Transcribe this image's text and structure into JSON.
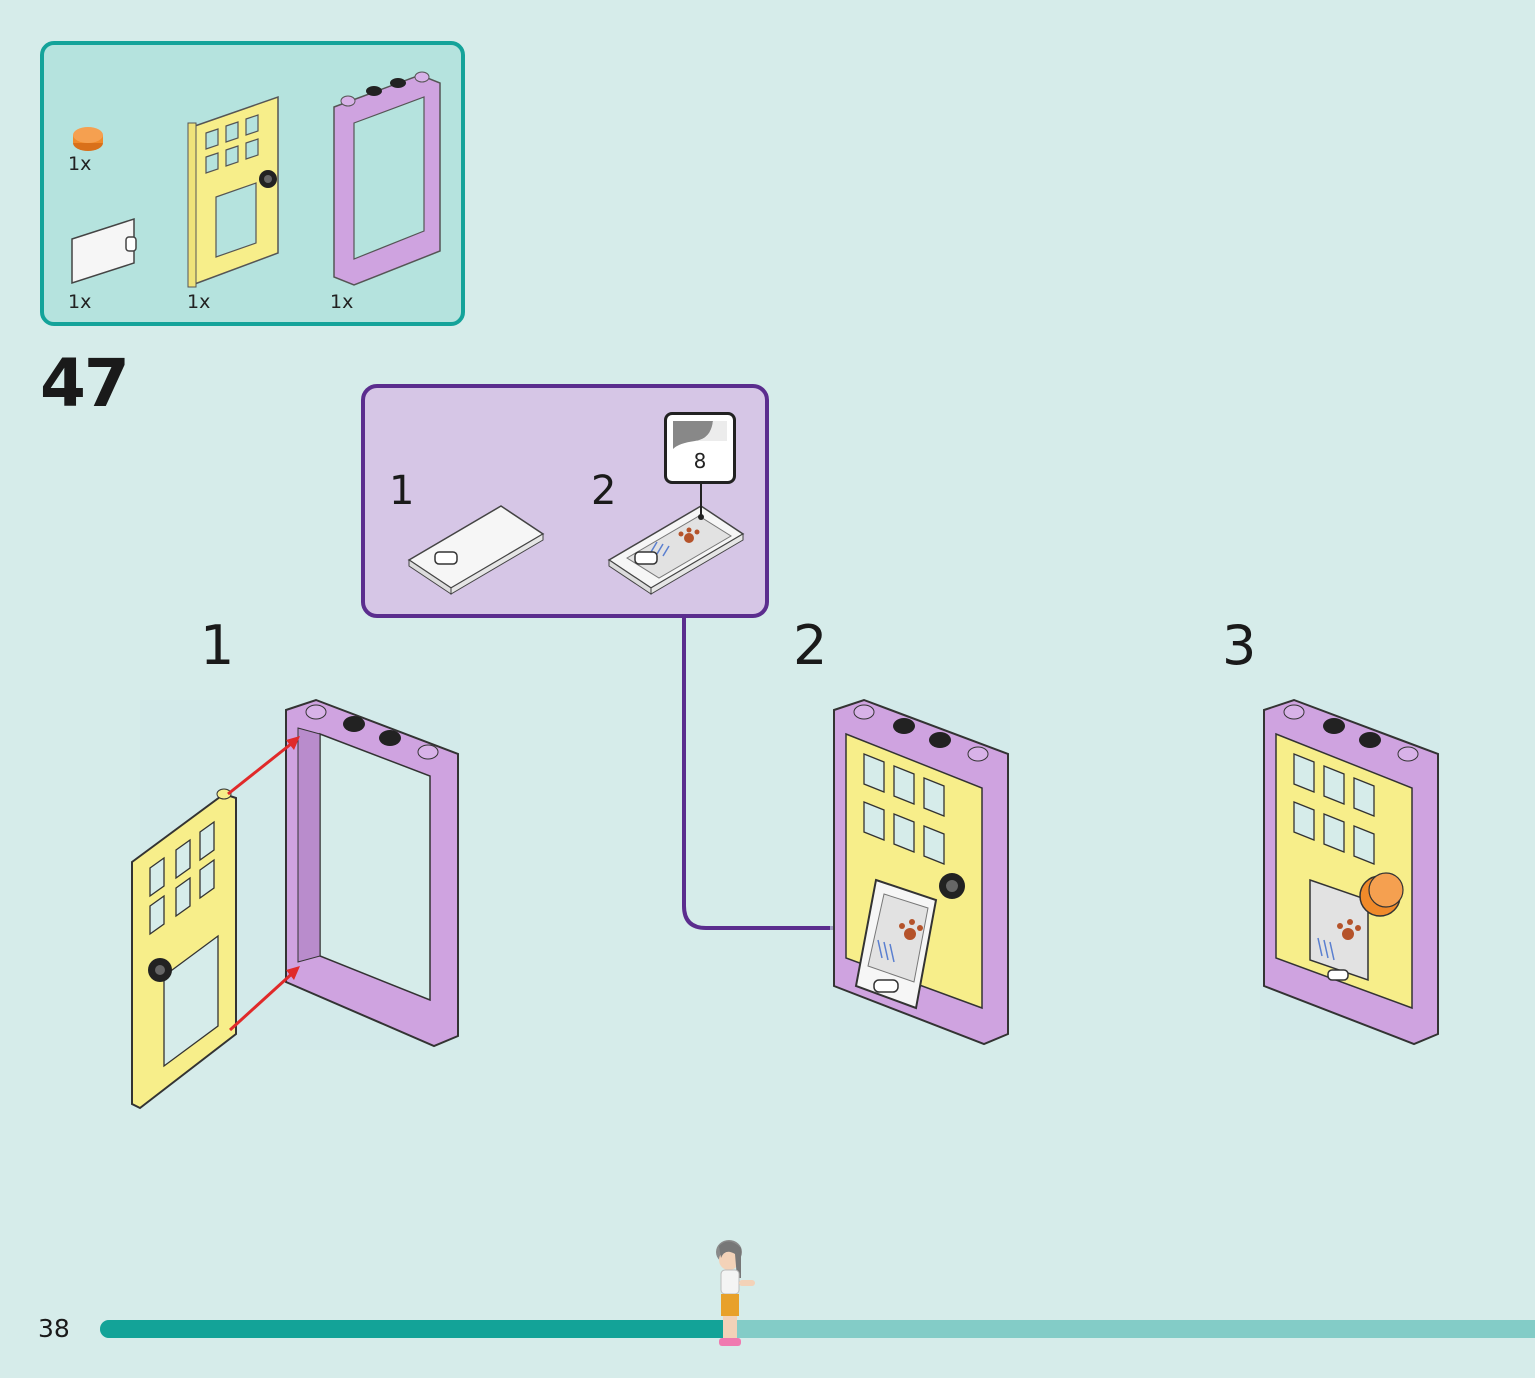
{
  "parts_box": {
    "parts": [
      {
        "name": "orange-round-tile",
        "qty": "1x",
        "color": "#f08a2a"
      },
      {
        "name": "white-tile-with-clip",
        "qty": "1x",
        "color": "#f4f4f4"
      },
      {
        "name": "yellow-door",
        "qty": "1x",
        "color": "#f7ee8a"
      },
      {
        "name": "lavender-door-frame",
        "qty": "1x",
        "color": "#cfa3e0"
      }
    ]
  },
  "step": {
    "number": "47"
  },
  "sub_assembly": {
    "steps": [
      {
        "label": "1"
      },
      {
        "label": "2"
      }
    ],
    "sticker": {
      "number": "8"
    }
  },
  "substeps": [
    {
      "label": "1"
    },
    {
      "label": "2"
    },
    {
      "label": "3"
    }
  ],
  "footer": {
    "page_number": "38",
    "progress_fraction": 0.44
  },
  "colors": {
    "background": "#d6ecea",
    "parts_box_border": "#14a39a",
    "sub_box_border": "#5b2d8e",
    "sub_box_fill": "#d6c6e6",
    "arrow_red": "#e02a2a",
    "callout_line": "#5b2d8e"
  }
}
